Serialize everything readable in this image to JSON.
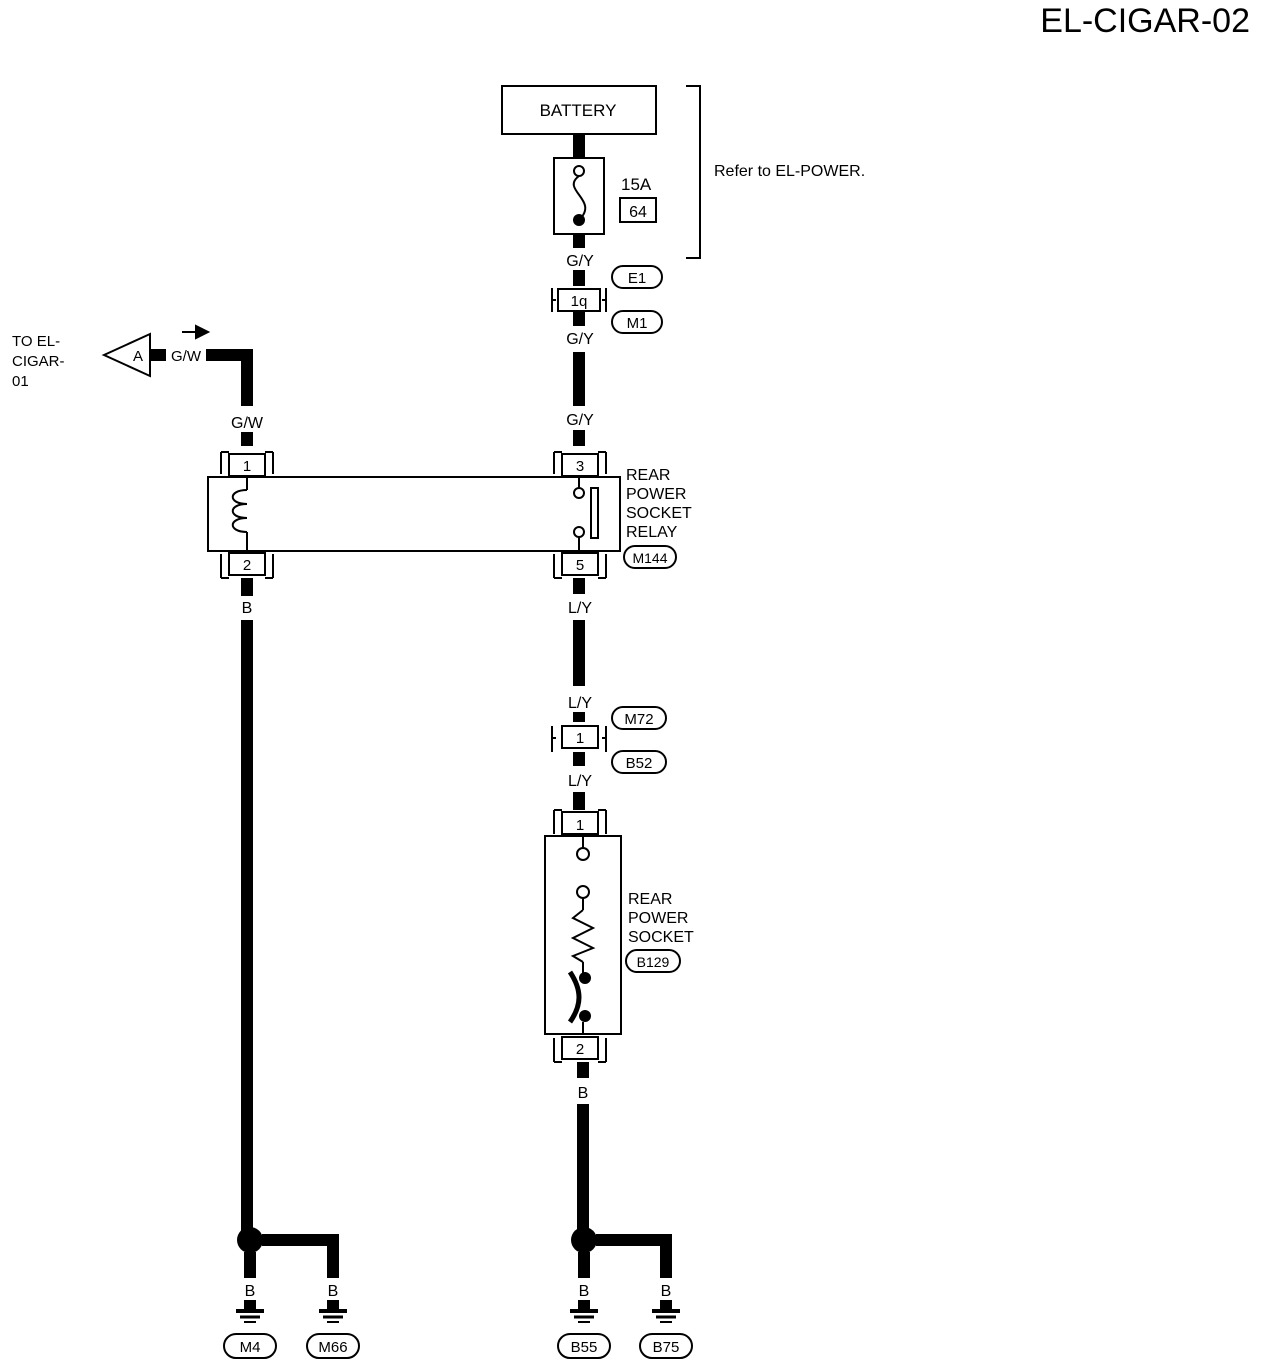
{
  "page_id": "EL-CIGAR-02",
  "battery_label": "BATTERY",
  "fuse": {
    "rating": "15A",
    "number": "64"
  },
  "refer_note": "Refer to EL-POWER.",
  "wires": {
    "gy_1": "G/Y",
    "gy_2": "G/Y",
    "gy_3": "G/Y",
    "gw_arrow": "G/W",
    "gw_relay": "G/W",
    "b_relay": "B",
    "ly_1": "L/Y",
    "ly_2": "L/Y",
    "ly_3": "L/Y",
    "b_socket": "B",
    "b_g1": "B",
    "b_g2": "B",
    "b_g3": "B",
    "b_g4": "B"
  },
  "connectors": {
    "e1": "E1",
    "m1": "M1",
    "c1q": "1q",
    "m72": "M72",
    "b52": "B52",
    "c_mid_1": "1"
  },
  "offpage": {
    "letter": "A",
    "to_line1": "TO EL-",
    "to_line2": "CIGAR-",
    "to_line3": "01"
  },
  "relay": {
    "name_line1": "REAR",
    "name_line2": "POWER",
    "name_line3": "SOCKET",
    "name_line4": "RELAY",
    "connector": "M144",
    "pin1": "1",
    "pin2": "2",
    "pin3": "3",
    "pin5": "5"
  },
  "socket": {
    "name_line1": "REAR",
    "name_line2": "POWER",
    "name_line3": "SOCKET",
    "connector": "B129",
    "pin1": "1",
    "pin2": "2"
  },
  "grounds": [
    "M4",
    "M66",
    "B55",
    "B75"
  ]
}
